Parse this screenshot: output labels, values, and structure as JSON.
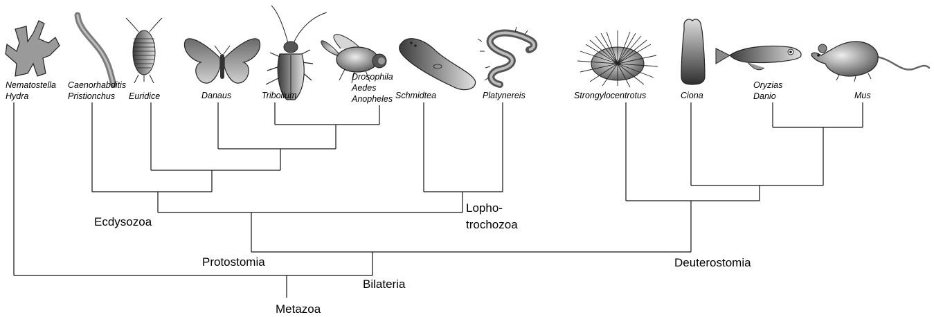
{
  "taxa": {
    "cnidaria": [
      "Nematostella",
      "Hydra"
    ],
    "nematoda": [
      "Caenorhabditis",
      "Pristionchus"
    ],
    "crustacea": [
      "Euridice"
    ],
    "lepidoptera": [
      "Danaus"
    ],
    "coleoptera": [
      "Tribolium"
    ],
    "diptera": [
      "Drosophila",
      "Aedes",
      "Anopheles"
    ],
    "platyhelminthes": [
      "Schmidtea"
    ],
    "annelida": [
      "Platynereis"
    ],
    "echinodermata": [
      "Strongylocentrotus"
    ],
    "tunicata": [
      "Ciona"
    ],
    "fish": [
      "Oryzias",
      "Danio"
    ],
    "mammalia": [
      "Mus"
    ]
  },
  "clades": {
    "ecdysozoa": "Ecdysozoa",
    "lophotrochozoa_1": "Lopho-",
    "lophotrochozoa_2": "trochozoa",
    "protostomia": "Protostomia",
    "deuterostomia": "Deuterostomia",
    "bilateria": "Bilateria",
    "metazoa": "Metazoa"
  },
  "icons": [
    "hydra-icon",
    "nematode-icon",
    "isopod-icon",
    "butterfly-icon",
    "beetle-icon",
    "fly-icon",
    "planarian-icon",
    "polychaete-icon",
    "sea-urchin-icon",
    "tunicate-icon",
    "fish-icon",
    "mouse-icon"
  ],
  "colors": {
    "line": "#111111",
    "silhouette_dark": "#3a3a3a",
    "silhouette_light": "#d8d8d8"
  }
}
